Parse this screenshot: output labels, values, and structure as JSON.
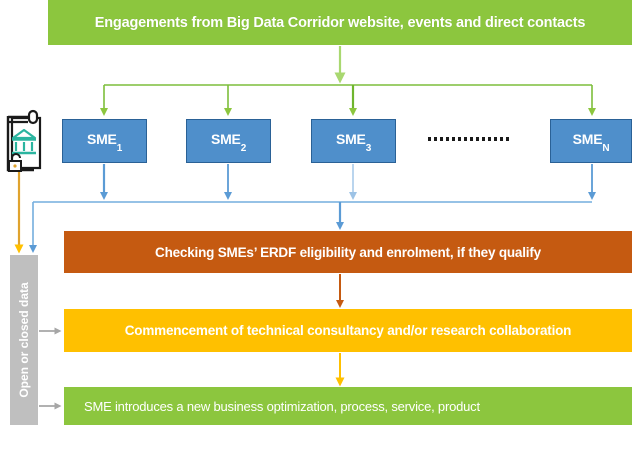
{
  "diagram": {
    "title_box": {
      "label": "Engagements from Big Data Corridor website, events and direct contacts",
      "color": "#8CC63E"
    },
    "sme_nodes": [
      {
        "name": "SME",
        "sub": "1"
      },
      {
        "name": "SME",
        "sub": "2"
      },
      {
        "name": "SME",
        "sub": "3"
      },
      {
        "name": "SME",
        "sub": "N"
      }
    ],
    "ellipsis": "..................",
    "process_steps": [
      {
        "label": "Checking SMEs’ ERDF eligibility and enrolment, if they qualify",
        "color": "#C55A11"
      },
      {
        "label": "Commencement of technical consultancy and/or research collaboration",
        "color": "#FFC000"
      },
      {
        "label": "SME introduces a new business optimization,  process, service, product",
        "color": "#8CC63E"
      }
    ],
    "data_bar": {
      "label": "Open or closed data",
      "color": "#BFBFBF"
    },
    "icon": {
      "name": "clipboard-open-data-icon",
      "building_color": "#2BB5A0",
      "outline_color": "#1A1A1A"
    },
    "connector_colors": {
      "green": "#8CC63E",
      "blue": "#5B9BD5",
      "orange": "#C55A11",
      "yellow": "#FFC000",
      "grey": "#A6A6A6"
    }
  }
}
